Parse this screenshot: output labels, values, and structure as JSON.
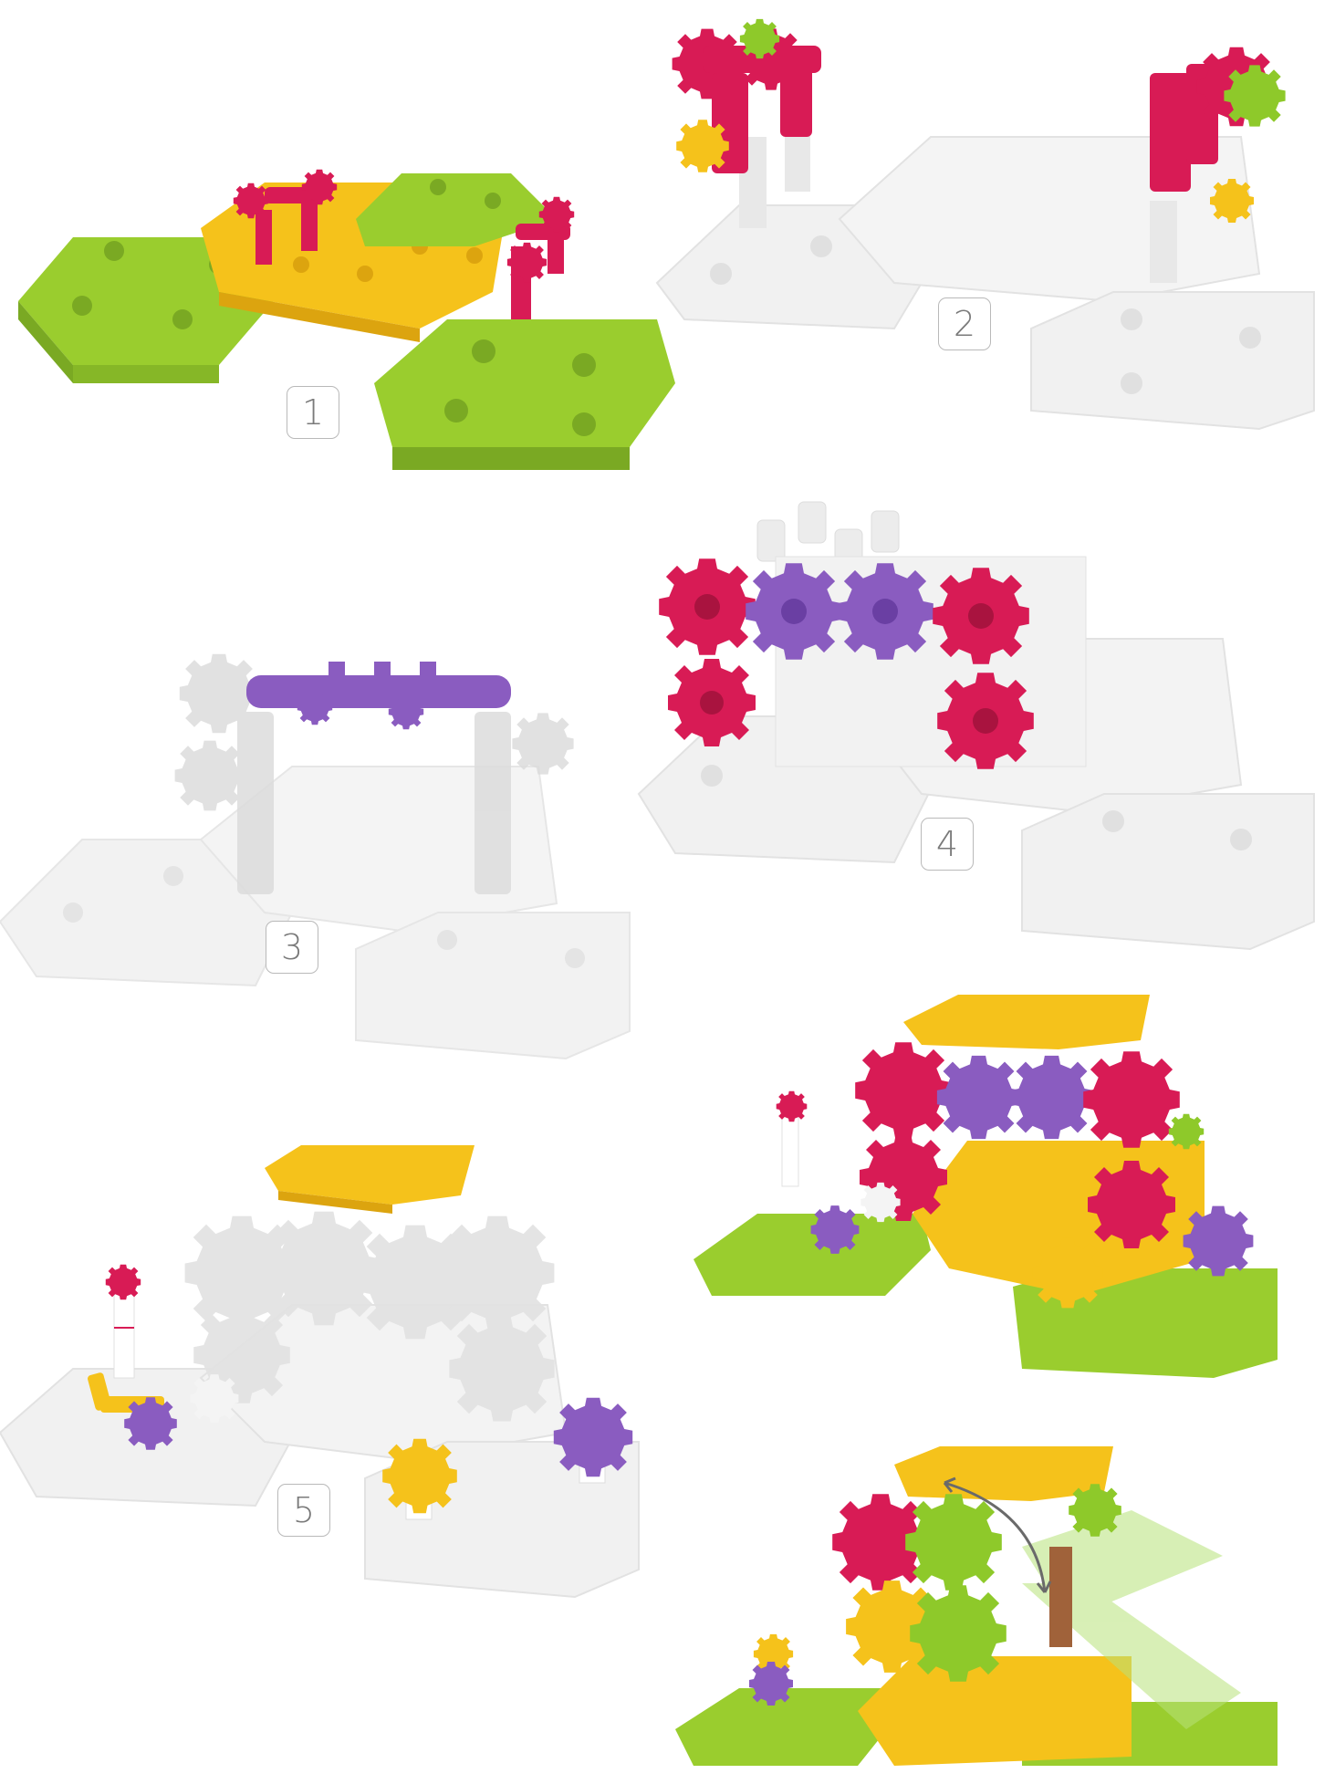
{
  "steps": [
    {
      "label": "1"
    },
    {
      "label": "2"
    },
    {
      "label": "3"
    },
    {
      "label": "4"
    },
    {
      "label": "5"
    }
  ],
  "colors": {
    "lime": "#9acd2e",
    "yellow": "#f5c21b",
    "magenta": "#d81b55",
    "purple": "#8a5cc0",
    "white": "#f2f2f2",
    "ghost": "#e4e4e4"
  },
  "icons": {
    "rotation_arrow": "double-headed-curved-arrow-icon"
  }
}
